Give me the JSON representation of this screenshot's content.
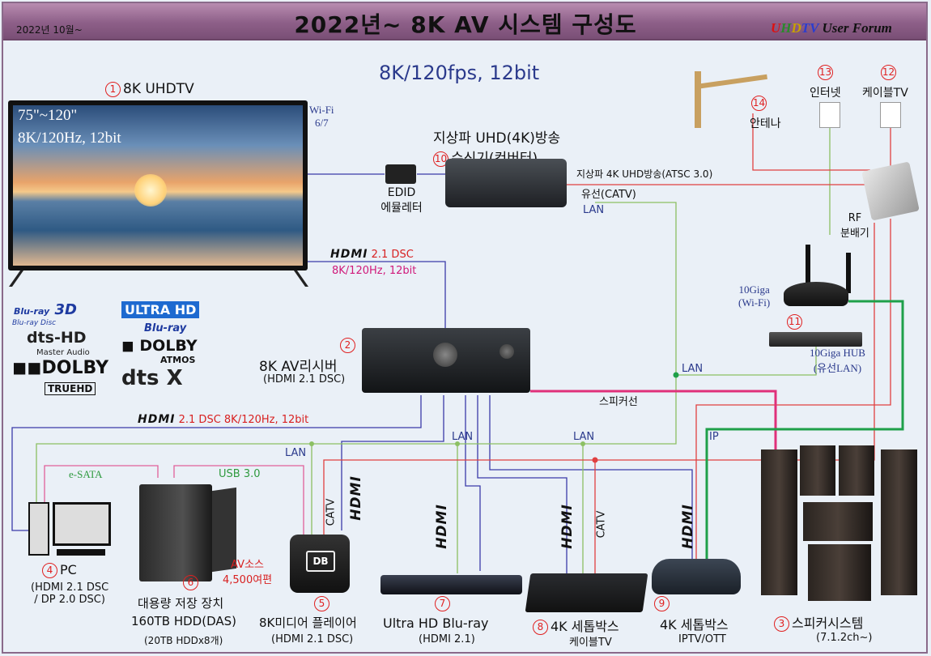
{
  "header": {
    "date": "2022년 10월~",
    "title": "2022년~ 8K AV 시스템 구성도",
    "forum": {
      "u": "U",
      "h": "H",
      "d": "D",
      "tv": "TV",
      "rest": " User Forum"
    }
  },
  "headline": "8K/120fps, 12bit",
  "tv": {
    "num": "1",
    "name": "8K UHDTV",
    "screen_line1": "75\"~120\"",
    "screen_line2": "8K/120Hz, 12bit"
  },
  "wifi67": {
    "line1": "Wi-Fi",
    "line2": "6/7"
  },
  "edid": {
    "line1": "EDID",
    "line2": "에뮬레터"
  },
  "tuner": {
    "num": "10",
    "line1": "지상파 UHD(4K)방송",
    "line2": "수신기(컨버터)"
  },
  "links": {
    "terrestrial": "지상파 4K UHD방송(ATSC 3.0)",
    "catv_wired": "유선(CATV)",
    "lan": "LAN",
    "speaker_cable": "스피커선",
    "ip": "IP",
    "esata": "e-SATA",
    "usb": "USB 3.0",
    "catv": "CATV"
  },
  "hdmi": {
    "logo": "HDMI",
    "top_spec1": "2.1 DSC",
    "top_spec2": "8K/120Hz, 12bit",
    "mid_spec": "2.1 DSC  8K/120Hz, 12bit"
  },
  "receiver": {
    "num": "2",
    "name": "8K AV리시버",
    "spec": "(HDMI 2.1 DSC)"
  },
  "logos_left": {
    "bluray": "Blu-ray",
    "bd3d": "3D",
    "bdisc": "Blu-ray Disc",
    "dts_hd": "dts-HD",
    "master": "Master Audio",
    "dolby": "DOLBY",
    "truehd": "TRUEHD"
  },
  "logos_right": {
    "ultrahd": "ULTRA HD",
    "bluray": "Blu-ray",
    "dolby": "DOLBY",
    "atmos": "ATMOS",
    "dtsx": "dts X"
  },
  "antenna": {
    "num": "14",
    "name": "안테나"
  },
  "internet": {
    "num": "13",
    "name": "인터넷"
  },
  "cabletv": {
    "num": "12",
    "name": "케이블TV"
  },
  "splitter": {
    "line1": "RF",
    "line2": "분배기"
  },
  "router": {
    "line1": "10Giga",
    "line2": "(Wi-Fi)"
  },
  "hub": {
    "num": "11",
    "line1": "10Giga HUB",
    "line2": "(유선LAN)"
  },
  "pc": {
    "num": "4",
    "name": "PC",
    "spec1": "(HDMI 2.1 DSC",
    "spec2": "/ DP 2.0 DSC)"
  },
  "storage": {
    "num": "6",
    "name": "대용량 저장 장치",
    "line2": "160TB HDD(DAS)",
    "line3": "(20TB HDDx8개)"
  },
  "av_source": {
    "line1": "AV소스",
    "line2": "4,500여편"
  },
  "player": {
    "num": "5",
    "name": "8K미디어 플레이어",
    "spec": "(HDMI 2.1 DSC)",
    "logo": "DB"
  },
  "uhd_bluray": {
    "num": "7",
    "name": "Ultra HD Blu-ray",
    "spec": "(HDMI 2.1)"
  },
  "stb_cable": {
    "num": "8",
    "name": "4K 세톱박스",
    "line2": "케이블TV"
  },
  "stb_iptv": {
    "num": "9",
    "name": "4K 세톱박스",
    "line2": "IPTV/OTT"
  },
  "speakers": {
    "num": "3",
    "name": "스피커시스템",
    "spec": "(7.1.2ch~)"
  },
  "colors": {
    "title_bar": "#8d5f88",
    "hdmi_line": "#3b3ba8",
    "lan_line": "#8cc063",
    "catv_line": "#e04040",
    "speaker_line": "#e0307a",
    "ip_line": "#1fa04a"
  }
}
